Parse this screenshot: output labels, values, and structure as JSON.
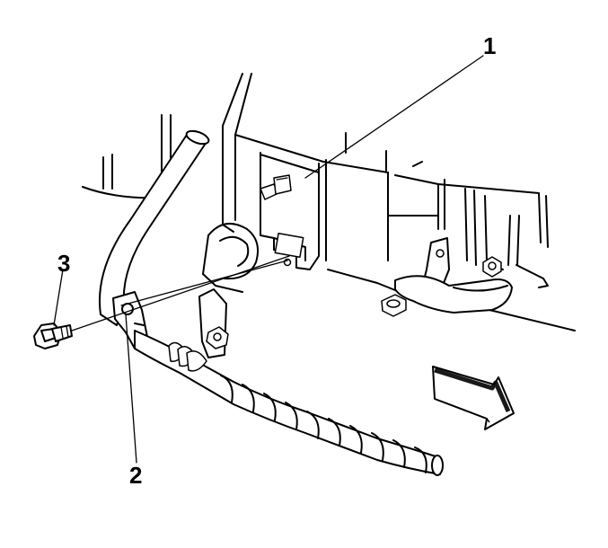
{
  "callouts": {
    "c1": "1",
    "c2": "2",
    "c3": "3"
  },
  "colors": {
    "line": "#000000",
    "background": "#ffffff",
    "arrow_shade": "#000000"
  },
  "icons": {
    "direction_arrow": "front-direction-arrow-icon"
  }
}
